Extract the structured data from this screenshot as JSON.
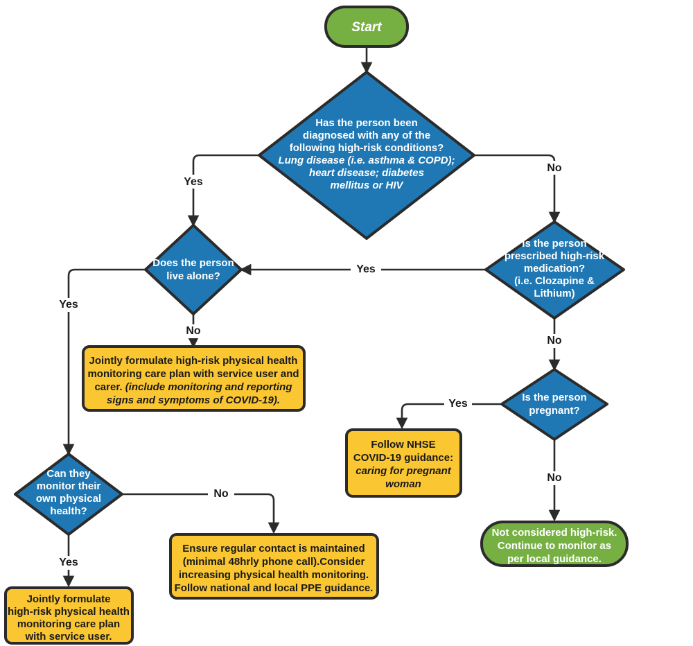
{
  "diagram": {
    "title": "COVID-19 high-risk physical health monitoring decision flowchart",
    "colors": {
      "start_fill": "#76b043",
      "end_fill": "#76b043",
      "decision_fill": "#1f78b4",
      "process_fill": "#fac631",
      "outline": "#2b2b2b",
      "text_on_blue": "#ffffff",
      "text_on_green": "#ffffff",
      "text_on_yellow": "#1a1a1a",
      "background": "#ffffff"
    },
    "nodes": {
      "start": {
        "type": "terminator",
        "lines": [
          "Start"
        ]
      },
      "decision_conditions": {
        "type": "decision",
        "lines": [
          {
            "text": "Has the person been",
            "italic": false
          },
          {
            "text": "diagnosed with any of the",
            "italic": false
          },
          {
            "text": "following high-risk conditions?",
            "italic": false
          },
          {
            "text": "Lung disease (i.e. asthma & COPD);",
            "italic": true
          },
          {
            "text": "heart disease; diabetes",
            "italic": true
          },
          {
            "text": "mellitus or HIV",
            "italic": true
          }
        ]
      },
      "decision_medication": {
        "type": "decision",
        "lines": [
          {
            "text": "Is the person",
            "italic": false
          },
          {
            "text": "prescribed high-risk",
            "italic": false
          },
          {
            "text": "medication?",
            "italic": false
          },
          {
            "text": "(i.e. Clozapine &",
            "italic": false
          },
          {
            "text": "Lithium)",
            "italic": false
          }
        ]
      },
      "decision_live_alone": {
        "type": "decision",
        "lines": [
          {
            "text": "Does the person",
            "italic": false
          },
          {
            "text": "live alone?",
            "italic": false
          }
        ]
      },
      "decision_pregnant": {
        "type": "decision",
        "lines": [
          {
            "text": "Is the person",
            "italic": false
          },
          {
            "text": "pregnant?",
            "italic": false
          }
        ]
      },
      "decision_self_monitor": {
        "type": "decision",
        "lines": [
          {
            "text": "Can they",
            "italic": false
          },
          {
            "text": "monitor their",
            "italic": false
          },
          {
            "text": "own physical",
            "italic": false
          },
          {
            "text": "health?",
            "italic": false
          }
        ]
      },
      "process_care_plan_carer": {
        "type": "process",
        "lines": [
          {
            "text": "Jointly formulate high-risk physical health",
            "italic": false
          },
          {
            "text": "monitoring care plan with service user and",
            "italic": false
          },
          {
            "text": "carer. (include monitoring and reporting",
            "italic": "mixed",
            "plain_prefix": "carer. ",
            "italic_rest": "(include monitoring and reporting"
          },
          {
            "text": "signs and symptoms of COVID-19).",
            "italic": true
          }
        ]
      },
      "process_nhse_pregnant": {
        "type": "process",
        "lines": [
          {
            "text": "Follow NHSE",
            "italic": false
          },
          {
            "text": "COVID-19 guidance:",
            "italic": false
          },
          {
            "text": "caring for pregnant",
            "italic": true
          },
          {
            "text": "woman",
            "italic": true
          }
        ]
      },
      "process_regular_contact": {
        "type": "process",
        "lines": [
          {
            "text": "Ensure regular contact is maintained",
            "italic": false
          },
          {
            "text": "(minimal 48hrly phone call).Consider",
            "italic": false
          },
          {
            "text": "increasing physical health monitoring.",
            "italic": false
          },
          {
            "text": "Follow national and local PPE guidance.",
            "italic": false
          }
        ]
      },
      "process_care_plan_user": {
        "type": "process",
        "lines": [
          {
            "text": "Jointly formulate",
            "italic": false
          },
          {
            "text": "high-risk physical health",
            "italic": false
          },
          {
            "text": "monitoring care plan",
            "italic": false
          },
          {
            "text": "with service user.",
            "italic": false
          }
        ]
      },
      "end_not_high_risk": {
        "type": "terminator",
        "lines": [
          {
            "text": "Not considered high-risk.",
            "italic": false
          },
          {
            "text": "Continue to monitor as",
            "italic": false
          },
          {
            "text": "per local guidance.",
            "italic": false
          }
        ]
      }
    },
    "edges": [
      {
        "id": "start-to-conditions",
        "from": "start",
        "to": "decision_conditions",
        "label": ""
      },
      {
        "id": "conditions-yes",
        "from": "decision_conditions",
        "to": "decision_live_alone",
        "label": "Yes"
      },
      {
        "id": "conditions-no",
        "from": "decision_conditions",
        "to": "decision_medication",
        "label": "No"
      },
      {
        "id": "medication-yes",
        "from": "decision_medication",
        "to": "decision_live_alone",
        "label": "Yes"
      },
      {
        "id": "medication-no",
        "from": "decision_medication",
        "to": "decision_pregnant",
        "label": "No"
      },
      {
        "id": "live-alone-no",
        "from": "decision_live_alone",
        "to": "process_care_plan_carer",
        "label": "No"
      },
      {
        "id": "live-alone-yes",
        "from": "decision_live_alone",
        "to": "decision_self_monitor",
        "label": "Yes"
      },
      {
        "id": "pregnant-yes",
        "from": "decision_pregnant",
        "to": "process_nhse_pregnant",
        "label": "Yes"
      },
      {
        "id": "pregnant-no",
        "from": "decision_pregnant",
        "to": "end_not_high_risk",
        "label": "No"
      },
      {
        "id": "self-monitor-no",
        "from": "decision_self_monitor",
        "to": "process_regular_contact",
        "label": "No"
      },
      {
        "id": "self-monitor-yes",
        "from": "decision_self_monitor",
        "to": "process_care_plan_user",
        "label": "Yes"
      }
    ]
  }
}
